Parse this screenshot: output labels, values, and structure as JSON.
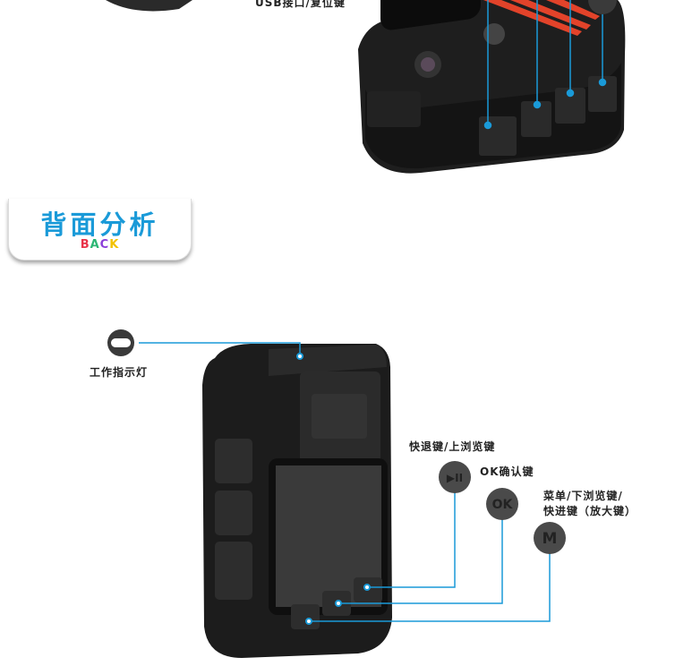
{
  "top_section": {
    "usb_label": "USB接口/复位键"
  },
  "section_badge": {
    "title": "背面分析",
    "subtitle_letters": [
      "B",
      "A",
      "C",
      "K"
    ],
    "subtitle_colors": [
      "#e8344a",
      "#2bb673",
      "#8b3fd9",
      "#f2c200"
    ]
  },
  "back_section": {
    "indicator_label": "工作指示灯",
    "rewind_label": "快退键/上浏览键",
    "ok_label": "OK确认键",
    "menu_label_line1": "菜单/下浏览键/",
    "menu_label_line2": "快进键（放大键）",
    "button_glyphs": {
      "play": "▶II",
      "ok": "OK",
      "menu": "M"
    }
  },
  "colors": {
    "callout_line": "#1a9ad8",
    "device": "#1e1e1e",
    "accent": "#e2432a"
  }
}
